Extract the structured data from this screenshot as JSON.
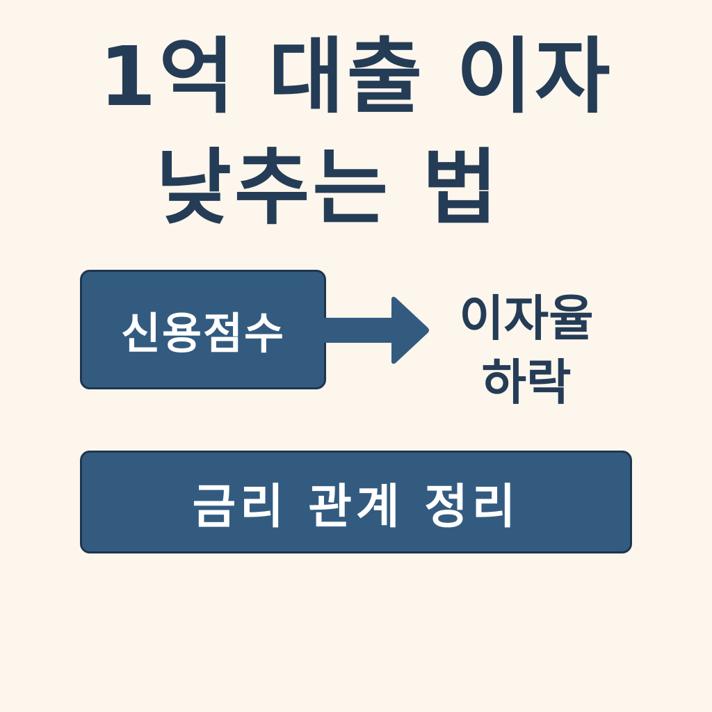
{
  "title": {
    "line1": "1억 대출 이자",
    "line2": "낮추는 법"
  },
  "diagram": {
    "source_box": {
      "label": "신용점수"
    },
    "arrow_icon": "arrow-right-icon",
    "result": {
      "label": "이자율\n하락"
    },
    "summary_box": {
      "label": "금리 관계 정리"
    }
  },
  "colors": {
    "background": "#fcf6ec",
    "title_text": "#253c56",
    "box_fill": "#335b80",
    "box_border": "#1e3550",
    "box_text": "#ffffff",
    "arrow_fill": "#335b80",
    "result_text": "#253c56"
  }
}
